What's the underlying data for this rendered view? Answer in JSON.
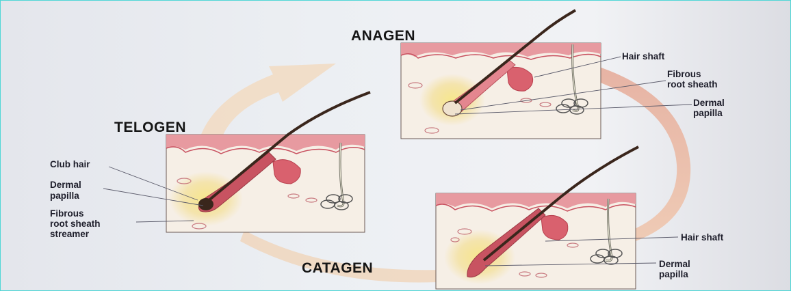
{
  "stages": {
    "anagen": "ANAGEN",
    "telogen": "TELOGEN",
    "catagen": "CATAGEN"
  },
  "telogen_labels": {
    "club_hair": "Club hair",
    "dermal_papilla": [
      "Dermal",
      "papilla"
    ],
    "fibrous_streamer": [
      "Fibrous",
      "root sheath",
      "streamer"
    ]
  },
  "anagen_labels": {
    "hair_shaft": "Hair shaft",
    "fibrous_root_sheath": [
      "Fibrous",
      "root sheath"
    ],
    "dermal_papilla": [
      "Dermal",
      "papilla"
    ]
  },
  "catagen_labels": {
    "hair_shaft": "Hair shaft",
    "dermal_papilla": [
      "Dermal",
      "papilla"
    ]
  },
  "colors": {
    "border": "#4fd6d6",
    "skin": "#e79aa0",
    "skin_dark": "#c8505f",
    "panel": "#f6efe7",
    "arrow_cycle": "#e4ab98",
    "arrow_light": "#f2dcc6",
    "hair": "#3a261c",
    "glow": "#f2de7c"
  }
}
